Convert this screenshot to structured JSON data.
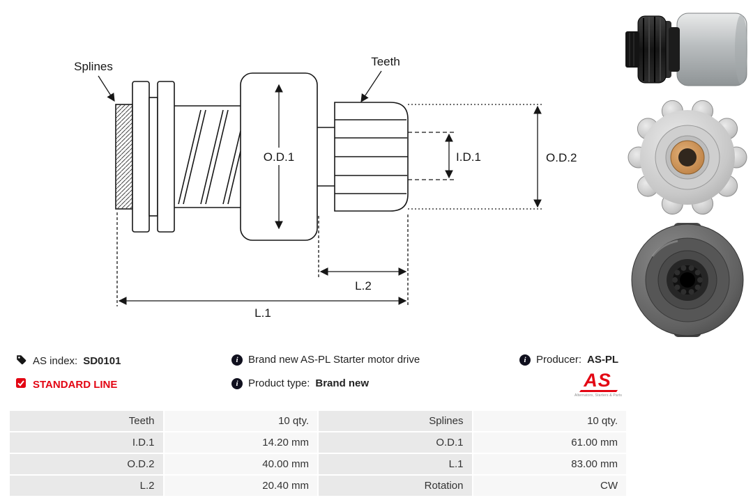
{
  "diagram": {
    "labels": {
      "splines": "Splines",
      "teeth": "Teeth",
      "od1": "O.D.1",
      "id1": "I.D.1",
      "od2": "O.D.2",
      "l1": "L.1",
      "l2": "L.2"
    }
  },
  "info": {
    "as_index_label": "AS index:",
    "as_index_value": "SD0101",
    "description": "Brand new AS-PL Starter motor drive",
    "producer_label": "Producer:",
    "producer_value": "AS-PL",
    "standard_line": "STANDARD LINE",
    "product_type_label": "Product type:",
    "product_type_value": "Brand new",
    "logo_text": "AS",
    "logo_subtext": "Alternators, Starters & Parts"
  },
  "icons": {
    "tag": "tag-icon",
    "info": "info-icon",
    "standard_line_checkbox": "checkbox-checked-icon",
    "info_glyph": "i"
  },
  "colors": {
    "accent_red": "#e30613",
    "table_label_bg": "#e9e9e9",
    "table_value_bg": "#f7f7f7",
    "line_color": "#161616"
  },
  "specs": {
    "rows": [
      {
        "label1": "Teeth",
        "value1": "10 qty.",
        "label2": "Splines",
        "value2": "10 qty."
      },
      {
        "label1": "I.D.1",
        "value1": "14.20 mm",
        "label2": "O.D.1",
        "value2": "61.00 mm"
      },
      {
        "label1": "O.D.2",
        "value1": "40.00 mm",
        "label2": "L.1",
        "value2": "83.00 mm"
      },
      {
        "label1": "L.2",
        "value1": "20.40 mm",
        "label2": "Rotation",
        "value2": "CW"
      }
    ]
  }
}
